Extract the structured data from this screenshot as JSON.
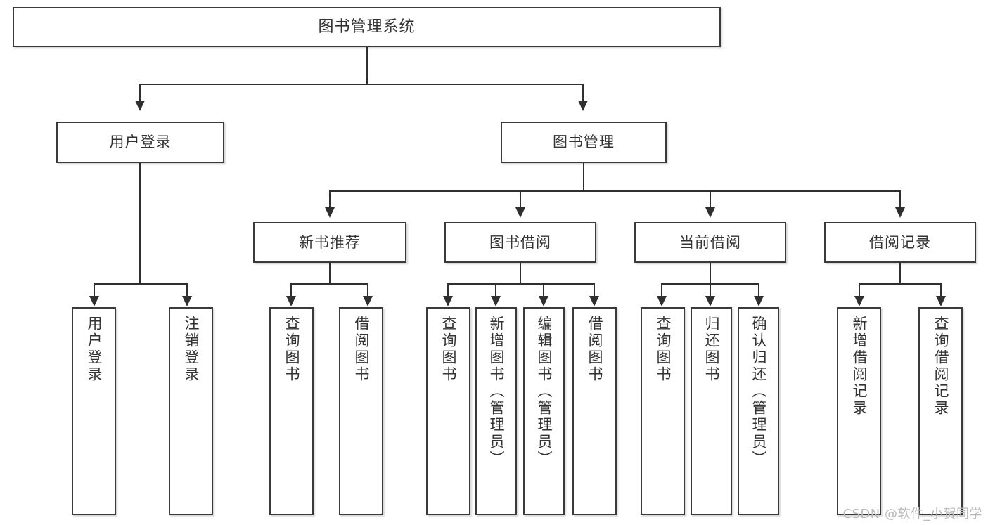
{
  "diagram": {
    "title": "图书管理系统",
    "watermark": "CSDN @软件_小贺同学",
    "root": {
      "label": "图书管理系统"
    },
    "level2": [
      {
        "label": "用户登录"
      },
      {
        "label": "图书管理"
      }
    ],
    "level3": [
      {
        "label": "新书推荐"
      },
      {
        "label": "图书借阅"
      },
      {
        "label": "当前借阅"
      },
      {
        "label": "借阅记录"
      }
    ],
    "leaves": {
      "user_login": [
        {
          "label": "用户登录"
        },
        {
          "label": "注销登录"
        }
      ],
      "new_book": [
        {
          "label": "查询图书"
        },
        {
          "label": "借阅图书"
        }
      ],
      "book_borrow": [
        {
          "label": "查询图书"
        },
        {
          "label": "新增图书（管理员）"
        },
        {
          "label": "编辑图书（管理员）"
        },
        {
          "label": "借阅图书"
        }
      ],
      "current_borrow": [
        {
          "label": "查询图书"
        },
        {
          "label": "归还图书"
        },
        {
          "label": "确认归还（管理员）"
        }
      ],
      "borrow_record": [
        {
          "label": "新增借阅记录"
        },
        {
          "label": "查询借阅记录"
        }
      ]
    },
    "colors": {
      "border": "#3a3a3a",
      "line": "#2f2f2f",
      "text": "#333333",
      "background": "#ffffff",
      "watermark": "#b9b9b9"
    }
  }
}
